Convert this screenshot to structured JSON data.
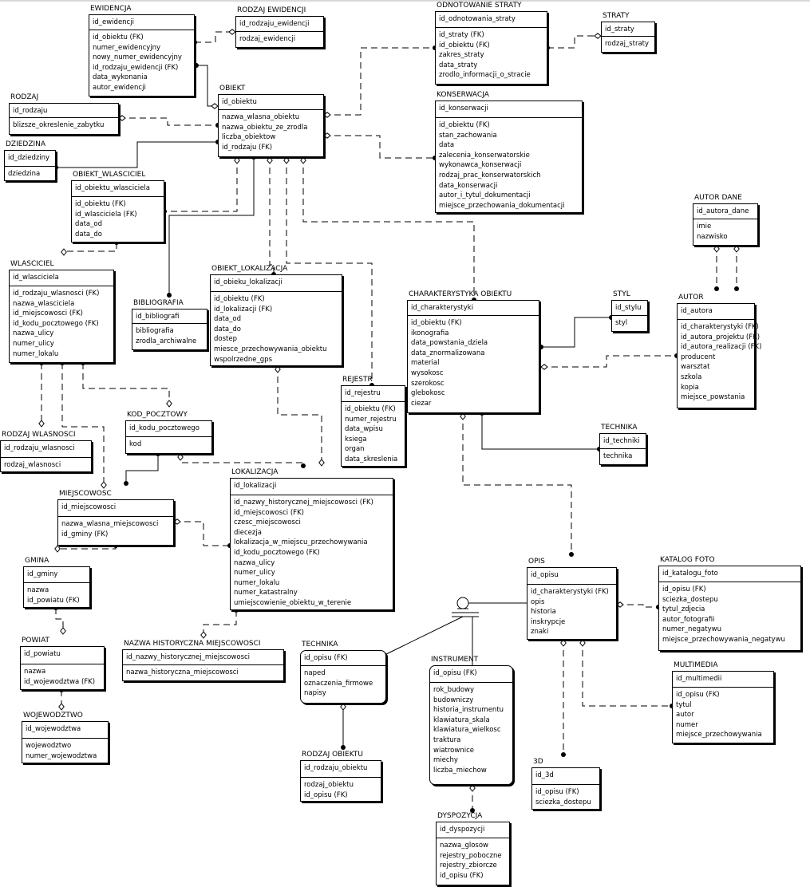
{
  "entities": [
    {
      "id": "ewidencja",
      "title": "EWIDENCJA",
      "keys": [
        "id_ewidencji"
      ],
      "attrs": [
        "id_obiektu (FK)",
        "numer_ewidencyjny",
        "nowy_numer_ewidencyjny",
        "id_rodzaju_ewidencji (FK)",
        "data_wykonania",
        "autor_ewidencji"
      ]
    },
    {
      "id": "rodzaj-ewidencji",
      "title": "RODZAJ EWIDENCJI",
      "keys": [
        "id_rodzaju_ewidencji"
      ],
      "attrs": [
        "rodzaj_ewidencji"
      ]
    },
    {
      "id": "odnotowanie-straty",
      "title": "ODNOTOWANIE STRATY",
      "keys": [
        "id_odnotowania_straty"
      ],
      "attrs": [
        "id_straty (FK)",
        "id_obiektu (FK)",
        "zakres_straty",
        "data_straty",
        "zrodlo_informacji_o_stracie"
      ]
    },
    {
      "id": "straty",
      "title": "STRATY",
      "keys": [
        "id_straty"
      ],
      "attrs": [
        "rodzaj_straty"
      ]
    },
    {
      "id": "rodzaj",
      "title": "RODZAJ",
      "keys": [
        "id_rodzaju"
      ],
      "attrs": [
        "blizsze_okreslenie_zabytku"
      ]
    },
    {
      "id": "obiekt",
      "title": "OBIEKT",
      "keys": [
        "id_obiektu"
      ],
      "attrs": [
        "nazwa_wlasna_obiektu",
        "nazwa_obiektu_ze_zrodla",
        "liczba_obiektow",
        "id_rodzaju (FK)"
      ]
    },
    {
      "id": "konserwacja",
      "title": "KONSERWACJA",
      "keys": [
        "id_konserwacji"
      ],
      "attrs": [
        "id_obiektu (FK)",
        "stan_zachowania",
        "data",
        "zalecenia_konserwatorskie",
        "wykonawca_konserwacji",
        "rodzaj_prac_konserwatorskich",
        "data_konserwacji",
        "autor_i_tytul_dokumentacji",
        "miejsce_przechowania_dokumentacji"
      ]
    },
    {
      "id": "dziedzina",
      "title": "DZIEDZINA",
      "keys": [
        "id_dziedziny"
      ],
      "attrs": [
        "dziedzina"
      ]
    },
    {
      "id": "obiekt-wlasciciel",
      "title": "OBIEKT_WLASCICIEL",
      "keys": [
        "id_obiektu_wlasciciela"
      ],
      "attrs": [
        "id_obiektu (FK)",
        "id_wlasciciela (FK)",
        "data_od",
        "data_do"
      ]
    },
    {
      "id": "autor-dane",
      "title": "AUTOR DANE",
      "keys": [
        "id_autora_dane"
      ],
      "attrs": [
        "imie",
        "nazwisko"
      ]
    },
    {
      "id": "wlasciciel",
      "title": "WLASCICIEL",
      "keys": [
        "id_wlasciciela"
      ],
      "attrs": [
        "id_rodzaju_wlasnosci (FK)",
        "nazwa_wlasciciela",
        "id_miejscowosci (FK)",
        "id_kodu_pocztowego (FK)",
        "nazwa_ulicy",
        "numer_ulicy",
        "numer_lokalu"
      ]
    },
    {
      "id": "obiekt-lokalizacja",
      "title": "OBIEKT_LOKALIZACJA",
      "keys": [
        "id_obieku_lokalizacji"
      ],
      "attrs": [
        "id_obiektu (FK)",
        "id_lokalizacji (FK)",
        "data_od",
        "data_do",
        "dostep",
        "miesce_przechowywania_obiektu",
        "wspolrzedne_gps"
      ]
    },
    {
      "id": "bibliografia",
      "title": "BIBLIOGRAFIA",
      "keys": [
        "id_bibliografi"
      ],
      "attrs": [
        "bibliografia",
        "zrodla_archiwalne"
      ]
    },
    {
      "id": "styl",
      "title": "STYL",
      "keys": [
        "id_stylu"
      ],
      "attrs": [
        "styl"
      ]
    },
    {
      "id": "charakterystyka-obiektu",
      "title": "CHARAKTERYSTYKA OBIEKTU",
      "keys": [
        "id_charakterystyki"
      ],
      "attrs": [
        "id_obiektu (FK)",
        "ikonografia",
        "data_powstania_dziela",
        "data_znormalizowana",
        "material",
        "wysokosc",
        "szerokosc",
        "glebokosc",
        "ciezar"
      ]
    },
    {
      "id": "autor",
      "title": "AUTOR",
      "keys": [
        "id_autora"
      ],
      "attrs": [
        "id_charakterystyki (FK)",
        "id_autora_projektu (FK)",
        "id_autora_realizacji (FK)",
        "producent",
        "warsztat",
        "szkola",
        "kopia",
        "miejsce_powstania"
      ]
    },
    {
      "id": "rejestr",
      "title": "REJESTR",
      "keys": [
        "id_rejestru"
      ],
      "attrs": [
        "id_obiektu (FK)",
        "numer_rejestru",
        "data_wpisu",
        "ksiega",
        "organ",
        "data_skreslenia"
      ]
    },
    {
      "id": "kod-pocztowy",
      "title": "KOD_POCZTOWY",
      "keys": [
        "id_kodu_pocztowego"
      ],
      "attrs": [
        "kod"
      ]
    },
    {
      "id": "technika-right",
      "title": "TECHNIKA",
      "keys": [
        "id_techniki"
      ],
      "attrs": [
        "technika"
      ]
    },
    {
      "id": "rodzaj-wlasnosci",
      "title": "RODZAJ WLASNOSCI",
      "keys": [
        "id_rodzaju_wlasnosci"
      ],
      "attrs": [
        "rodzaj_wlasnosci"
      ]
    },
    {
      "id": "lokalizacja",
      "title": "LOKALIZACJA",
      "keys": [
        "id_lokalizacji"
      ],
      "attrs": [
        "id_nazwy_historycznej_miejscowosci (FK)",
        "id_miejscowosci (FK)",
        "czesc_miejscowosci",
        "diecezja",
        "lokalizacja_w_miejscu_przechowywania",
        "id_kodu_pocztowego (FK)",
        "nazwa_ulicy",
        "numer_ulicy",
        "numer_lokalu",
        "numer_katastralny",
        "umiejscowienie_obiektu_w_terenie"
      ]
    },
    {
      "id": "miejscowosc",
      "title": "MIEJSCOWOSC",
      "keys": [
        "id_miejscowosci"
      ],
      "attrs": [
        "nazwa_wlasna_miejscowosci",
        "id_gminy (FK)"
      ]
    },
    {
      "id": "gmina",
      "title": "GMINA",
      "keys": [
        "id_gminy"
      ],
      "attrs": [
        "nazwa",
        "id_powiatu (FK)"
      ]
    },
    {
      "id": "opis",
      "title": "OPIS",
      "keys": [
        "id_opisu"
      ],
      "attrs": [
        "id_charakterystyki (FK)",
        "opis",
        "historia",
        "inskrypcje",
        "znaki"
      ]
    },
    {
      "id": "katalog-foto",
      "title": "KATALOG FOTO",
      "keys": [
        "id_katalogu_foto"
      ],
      "attrs": [
        "id_opisu (FK)",
        "sciezka_dostepu",
        "tytul_zdjecia",
        "autor_fotografii",
        "numer_negatywu",
        "miejsce_przechowywania_negatywu"
      ]
    },
    {
      "id": "powiat",
      "title": "POWIAT",
      "keys": [
        "id_powiatu"
      ],
      "attrs": [
        "nazwa",
        "id_wojewodztwa (FK)"
      ]
    },
    {
      "id": "nazwa-historyczna-miejscowosci",
      "title": "NAZWA HISTORYCZNA MIEJSCOWOSCI",
      "keys": [
        "id_nazwy_historycznej_miejscowosci"
      ],
      "attrs": [
        "nazwa_historyczna_miejscowosci"
      ]
    },
    {
      "id": "technika-bottom",
      "title": "TECHNIKA",
      "keys": [
        "id_opisu (FK)"
      ],
      "attrs": [
        "naped",
        "oznaczenia_firmowe",
        "napisy"
      ]
    },
    {
      "id": "instrument",
      "title": "INSTRUMENT",
      "keys": [
        "id_opisu (FK)"
      ],
      "attrs": [
        "rok_budowy",
        "budowniczy",
        "historia_instrumentu",
        "klawiatura_skala",
        "klawiatura_wielkosc",
        "traktura",
        "wiatrownice",
        "miechy",
        "liczba_miechow"
      ]
    },
    {
      "id": "multimedia",
      "title": "MULTIMEDIA",
      "keys": [
        "id_multimedii"
      ],
      "attrs": [
        "id_opisu (FK)",
        "tytul",
        "autor",
        "numer",
        "miejsce_przechowywania"
      ]
    },
    {
      "id": "wojewodztwo",
      "title": "WOJEWODZTWO",
      "keys": [
        "id_wojewodztwa"
      ],
      "attrs": [
        "wojewodztwo",
        "numer_wojewodztwa"
      ]
    },
    {
      "id": "rodzaj-obiektu",
      "title": "RODZAJ OBIEKTU",
      "keys": [
        "id_rodzaju_obiektu"
      ],
      "attrs": [
        "rodzaj_obiektu",
        "id_opisu (FK)"
      ]
    },
    {
      "id": "3d",
      "title": "3D",
      "keys": [
        "id_3d"
      ],
      "attrs": [
        "id_opisu (FK)",
        "sciezka_dostepu"
      ]
    },
    {
      "id": "dyspozycja",
      "title": "DYSPOZYCJA",
      "keys": [
        "id_dyspozycji"
      ],
      "attrs": [
        "nazwa_glosow",
        "rejestry_poboczne",
        "rejestry_zbiorcze",
        "id_opisu (FK)"
      ]
    }
  ]
}
